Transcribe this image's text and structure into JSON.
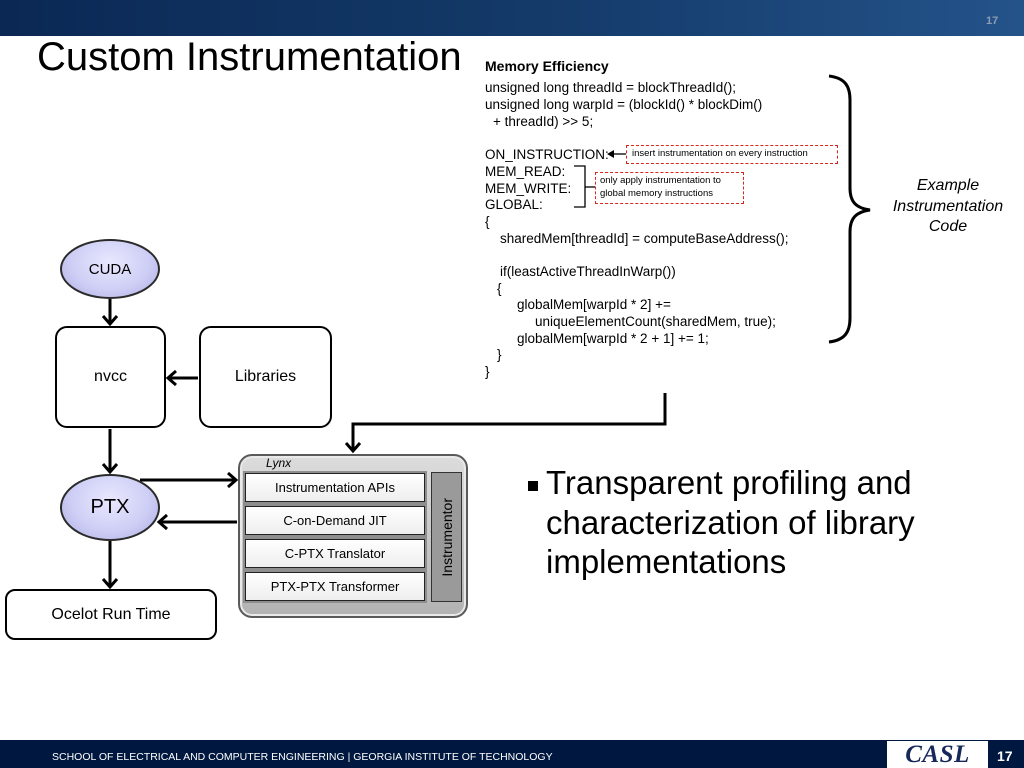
{
  "header": {
    "page_number": "17"
  },
  "slide_title": "Custom Instrumentation",
  "code_example": {
    "heading": "Memory Efficiency",
    "lines": [
      "unsigned long threadId = blockThreadId();",
      "unsigned long warpId = (blockId() * blockDim()",
      "+ threadId) >> 5;",
      "ON_INSTRUCTION:",
      "MEM_READ:",
      "MEM_WRITE:",
      "GLOBAL:",
      "{",
      "sharedMem[threadId] = computeBaseAddress();",
      "if(leastActiveThreadInWarp())",
      "{",
      "globalMem[warpId * 2] +=",
      "uniqueElementCount(sharedMem, true);",
      "globalMem[warpId * 2 + 1] += 1;",
      "}",
      "}"
    ],
    "callout_every_instruction": "insert instrumentation on every instruction",
    "callout_global_memory": [
      "only apply instrumentation to",
      "global memory instructions"
    ],
    "brace_label": [
      "Example",
      "Instrumentation",
      "Code"
    ]
  },
  "diagram": {
    "cuda": "CUDA",
    "nvcc": "nvcc",
    "libraries": "Libraries",
    "ptx": "PTX",
    "ocelot_runtime": "Ocelot Run Time",
    "lynx": {
      "label": "Lynx",
      "components": [
        "Instrumentation APIs",
        "C-on-Demand JIT",
        "C-PTX Translator",
        "PTX-PTX Transformer"
      ],
      "instrumentor": "Instrumentor"
    }
  },
  "bullet": {
    "lines": [
      "Transparent profiling and",
      "characterization of library",
      "implementations"
    ]
  },
  "footer": {
    "institution": "SCHOOL OF ELECTRICAL AND COMPUTER ENGINEERING | GEORGIA INSTITUTE OF TECHNOLOGY",
    "logo_text": "CASL",
    "page_number": "17"
  },
  "theme": {
    "header_blue": "#0b2854",
    "footer_navy": "#00183f",
    "callout_red": "#d9261c",
    "ellipse_fill": "#cfcff6",
    "lynx_fill": "#c6c6c6",
    "instrumentor_fill": "#9a9a9a"
  }
}
